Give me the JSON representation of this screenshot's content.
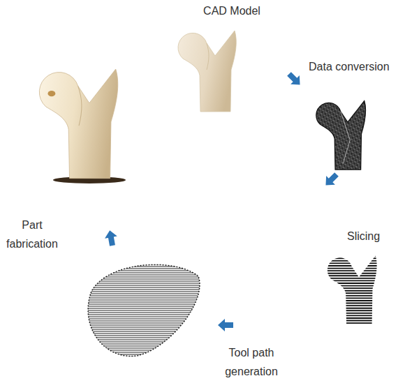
{
  "diagram": {
    "labels": [
      "CAD Model",
      "Data conversion",
      "Slicing",
      "Tool path generation",
      "Part fabrication"
    ]
  }
}
